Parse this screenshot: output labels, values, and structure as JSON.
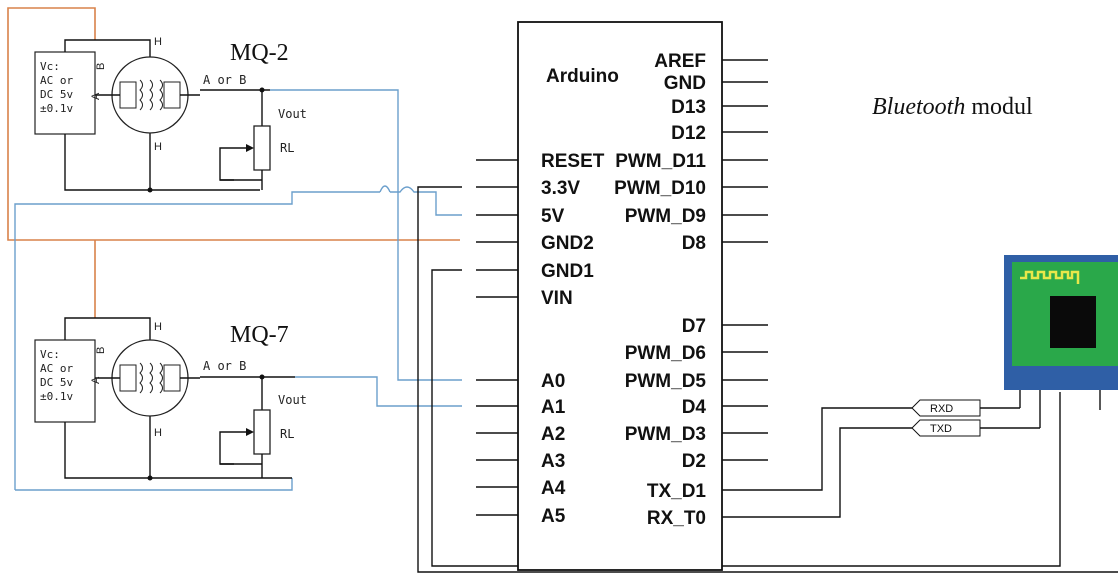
{
  "sensors": [
    {
      "label": "MQ-2",
      "supply_lines": [
        "Vc:",
        "AC or",
        "DC 5v",
        "±0.1v"
      ],
      "heater_h": "H",
      "electrode_a": "A",
      "electrode_b": "B",
      "a_or_b": "A or B",
      "vout": "Vout",
      "rl": "RL"
    },
    {
      "label": "MQ-7",
      "supply_lines": [
        "Vc:",
        "AC or",
        "DC 5v",
        "±0.1v"
      ],
      "heater_h": "H",
      "electrode_a": "A",
      "electrode_b": "B",
      "a_or_b": "A or B",
      "vout": "Vout",
      "rl": "RL"
    }
  ],
  "arduino": {
    "title": "Arduino",
    "left_pins": [
      "RESET",
      "3.3V",
      "5V",
      "GND2",
      "GND1",
      "VIN",
      "A0",
      "A1",
      "A2",
      "A3",
      "A4",
      "A5"
    ],
    "right_pins": [
      "AREF",
      "GND",
      "D13",
      "D12",
      "PWM_D11",
      "PWM_D10",
      "PWM_D9",
      "D8",
      "D7",
      "PWM_D6",
      "PWM_D5",
      "D4",
      "PWM_D3",
      "D2",
      "TX_D1",
      "RX_T0"
    ]
  },
  "bluetooth": {
    "title_italic": "Bluetooth",
    "title_rest": " modul",
    "rxd": "RXD",
    "txd": "TXD"
  },
  "colors": {
    "wire_black": "#111111",
    "wire_blue": "#6b9fcc",
    "wire_orange": "#d9824a",
    "module_blue": "#2f5fa6",
    "module_green": "#2aa84a",
    "antenna_yellow": "#e8e84a"
  }
}
